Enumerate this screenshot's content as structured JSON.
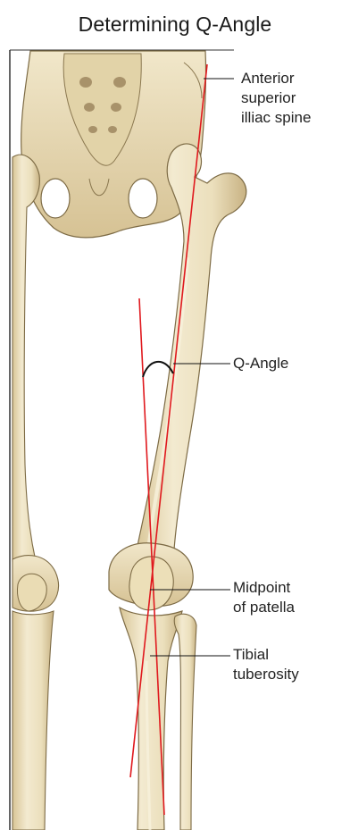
{
  "title": "Determining Q-Angle",
  "colors": {
    "bone": "#ece0bd",
    "bone_shadow": "#cdb98a",
    "bone_outline": "#7d6b45",
    "measure_line": "#e0191e",
    "angle_arc": "#111111",
    "leader_line": "#111111",
    "frame": "#333333"
  },
  "labels": {
    "asis": {
      "line1": "Anterior",
      "line2": "superior",
      "line3": "illiac spine"
    },
    "q_angle": {
      "text": "Q-Angle"
    },
    "patella": {
      "line1": "Midpoint",
      "line2": "of patella"
    },
    "tibial": {
      "line1": "Tibial",
      "line2": "tuberosity"
    }
  }
}
